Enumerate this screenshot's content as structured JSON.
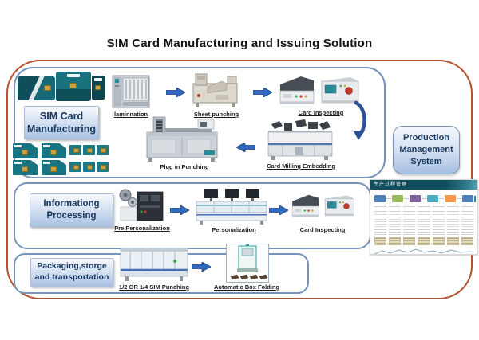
{
  "title": "SIM Card Manufacturing and Issuing Solution",
  "manufacturing": {
    "label": [
      "SIM Card",
      "Manufacturing"
    ],
    "captions": {
      "lamination": "laminnation",
      "sheet_punching": "Sheet punching",
      "card_inspecting": "Card Inspecting",
      "card_milling_embedding": "Card Milling Embedding",
      "plug_in_punching": "Plug in Punching"
    }
  },
  "information": {
    "label": [
      "Informationg",
      "Processing"
    ],
    "captions": {
      "pre_personalization": "Pre Personalization",
      "personalization": "Personalization",
      "card_inspecting": "Card Inspecting"
    }
  },
  "packaging": {
    "label": [
      "Packaging,storge",
      "and transportation"
    ],
    "captions": {
      "sim_punching": "1/2 OR 1/4 SIM Punching",
      "box_folding": "Automatic Box Folding"
    }
  },
  "pms": {
    "label": [
      "Production",
      "Management",
      "System"
    ]
  },
  "mes_panel": {
    "title": "生产过程管理"
  },
  "colors": {
    "outer_border": "#b5512a",
    "section_border": "#7593bd",
    "arrow_fill": "#2f6bc0",
    "label_text": "#17375e",
    "card_teal": "#156a76",
    "flow_steps": [
      "#4f81bd",
      "#9bbb59",
      "#8064a2",
      "#4bacc6",
      "#f79646",
      "#4f81bd"
    ]
  }
}
